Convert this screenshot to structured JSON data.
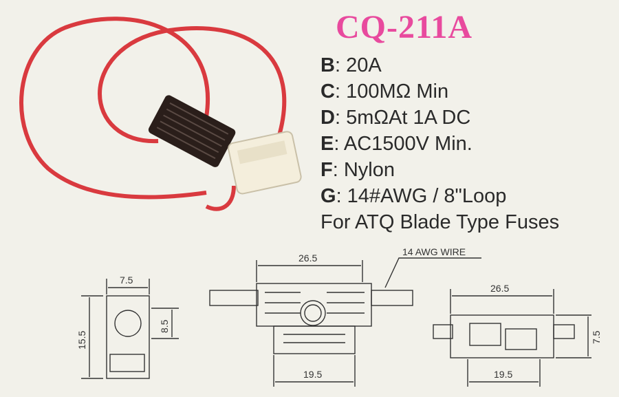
{
  "model": "CQ-211A",
  "specs": [
    {
      "key": "B",
      "value": ": 20A"
    },
    {
      "key": "C",
      "value": ": 100MΩ Min"
    },
    {
      "key": "D",
      "value": ": 5mΩAt 1A DC"
    },
    {
      "key": "E",
      "value": ": AC1500V Min."
    },
    {
      "key": "F",
      "value": ": Nylon"
    },
    {
      "key": "G",
      "value": ": 14#AWG / 8\"Loop"
    }
  ],
  "note": "For ATQ Blade Type Fuses",
  "drawings": {
    "side": {
      "width": "7.5",
      "height_outer": "15.5",
      "height_inner": "8.5"
    },
    "front": {
      "wire_label": "14 AWG WIRE",
      "top_width": "26.5",
      "bottom_width": "19.5"
    },
    "top": {
      "top_width": "26.5",
      "bottom_width": "19.5",
      "height": "7.5"
    }
  },
  "colors": {
    "model": "#e84a9e",
    "wire": "#d93a3f",
    "holder_dark": "#2a1e1a",
    "holder_light": "#f4eedc"
  }
}
